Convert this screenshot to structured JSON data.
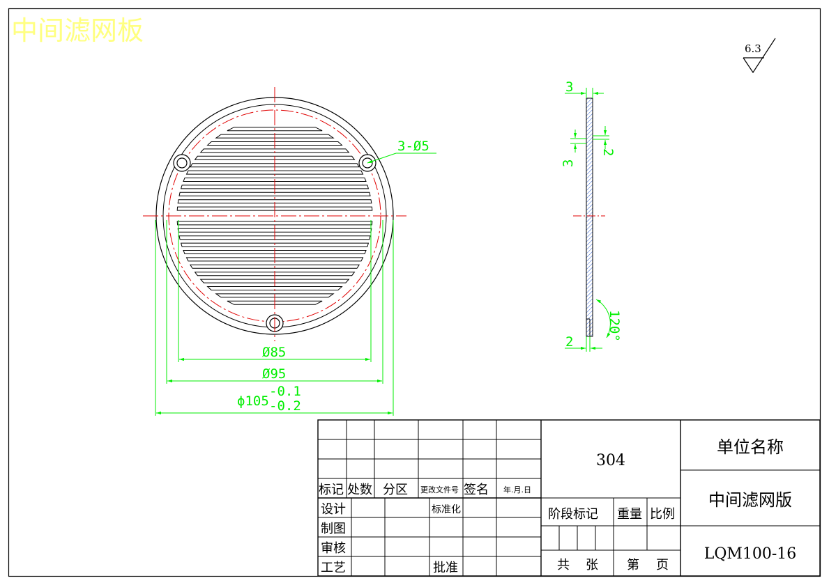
{
  "sheet": {
    "corner_title": "中间滤网板"
  },
  "roughness": {
    "value": "6.3"
  },
  "front_view": {
    "hole_callout": "3-Ø5",
    "dims": {
      "d85": "Ø85",
      "d95": "Ø95",
      "d105": "ϕ105",
      "tol_upper": "-0.1",
      "tol_lower": "-0.2"
    }
  },
  "side_view": {
    "dims": {
      "thickness_top": "3",
      "pitch_left": "3",
      "slot_right": "2",
      "thickness_bottom": "2",
      "chamfer_angle": "120°"
    }
  },
  "title_block": {
    "material": "304",
    "company": "单位名称",
    "part_name": "中间滤网版",
    "drawing_no": "LQM100-16",
    "revision_headers": {
      "mark": "标记",
      "count": "处数",
      "zone": "分区",
      "doc_no": "更改文件号",
      "signature": "签名",
      "date": "年.月.日"
    },
    "roles": {
      "design": "设计",
      "standardize": "标准化",
      "drawing": "制图",
      "review": "审核",
      "process": "工艺",
      "approve": "批准"
    },
    "stage_mark": "阶段标记",
    "weight": "重量",
    "scale": "比例",
    "total": "共",
    "sheets": "张",
    "nth": "第",
    "page": "页"
  }
}
